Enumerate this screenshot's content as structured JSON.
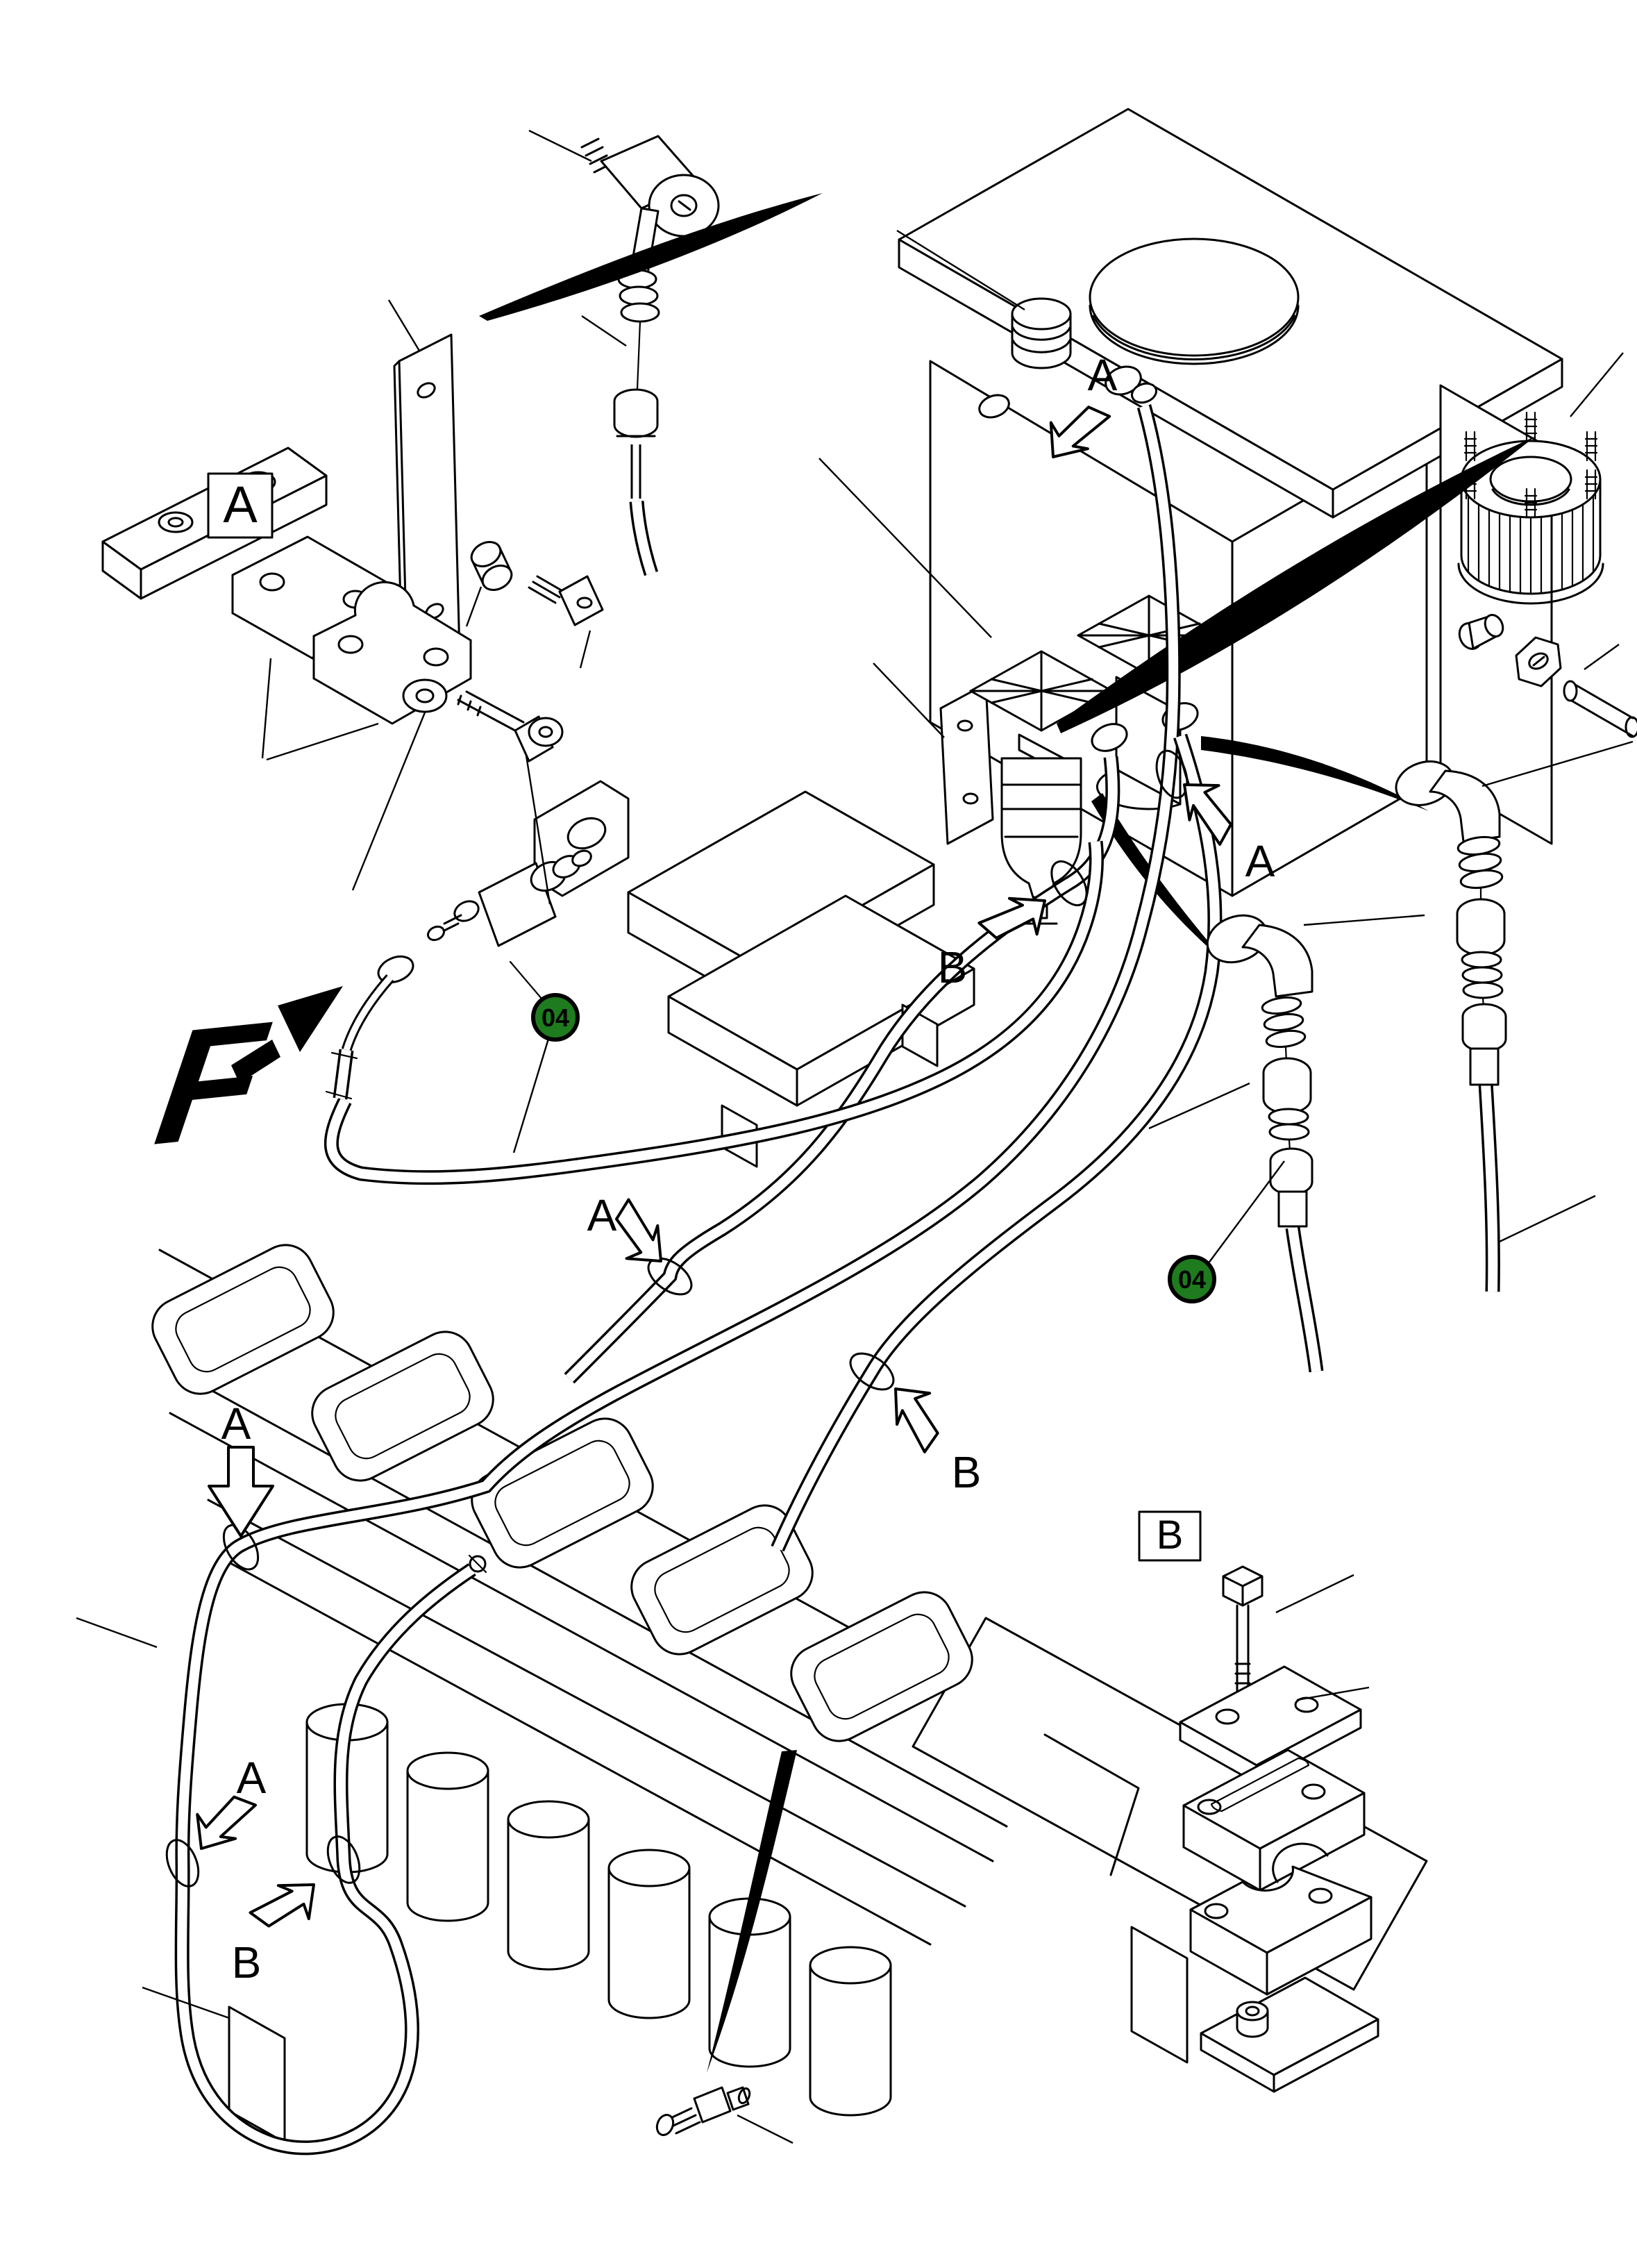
{
  "diagram": {
    "background": "#ffffff",
    "line_color": "#000000",
    "badge": {
      "fill": "#1e7c1e",
      "text_color": "#ffffff",
      "border": "#000000"
    },
    "detail_box_a": "A",
    "detail_box_b": "B",
    "view_label": "F",
    "badges": [
      {
        "text": "04"
      },
      {
        "text": "04"
      }
    ],
    "arrow_labels": [
      {
        "text": "A"
      },
      {
        "text": "A"
      },
      {
        "text": "B"
      },
      {
        "text": "A"
      },
      {
        "text": "B"
      },
      {
        "text": "A"
      },
      {
        "text": "A"
      },
      {
        "text": "B"
      }
    ]
  }
}
